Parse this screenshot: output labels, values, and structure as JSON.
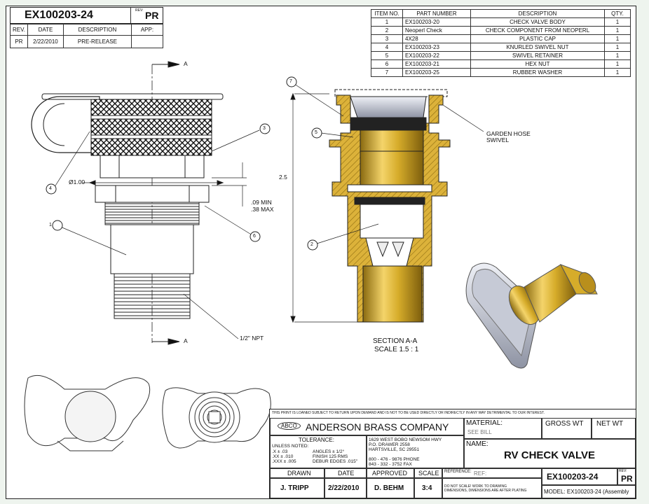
{
  "header": {
    "doc_number": "EX100203-24",
    "rev_label": "REV:",
    "rev_value": "PR"
  },
  "revisions": {
    "headers": [
      "REV.",
      "DATE",
      "DESCRIPTION",
      "APP:"
    ],
    "rows": [
      [
        "PR",
        "2/22/2010",
        "PRE-RELEASE",
        ""
      ]
    ]
  },
  "bom": {
    "headers": [
      "ITEM NO.",
      "PART NUMBER",
      "DESCRIPTION",
      "QTY."
    ],
    "rows": [
      [
        "1",
        "EX100203-20",
        "CHECK VALVE BODY",
        "1"
      ],
      [
        "2",
        "Neoperl Check",
        "CHECK COMPONENT FROM NEOPERL",
        "1"
      ],
      [
        "3",
        "4X28",
        "PLASTIC CAP",
        "1"
      ],
      [
        "4",
        "EX100203-23",
        "KNURLED SWIVEL NUT",
        "1"
      ],
      [
        "5",
        "EX100203-22",
        "SWIVEL RETAINER",
        "1"
      ],
      [
        "6",
        "EX100203-21",
        "HEX NUT",
        "1"
      ],
      [
        "7",
        "EX100203-25",
        "RUBBER WASHER",
        "1"
      ]
    ]
  },
  "annotations": {
    "section_a": "A",
    "dia": "Ø1.00",
    "min_max_1": ".09 MIN",
    "min_max_2": ".38 MAX",
    "npt": "1/2\" NPT",
    "dim_25": "2.5",
    "garden_1": "GARDEN HOSE",
    "garden_2": "SWIVEL",
    "section_title": "SECTION A-A",
    "section_scale": "SCALE 1.5 : 1",
    "balloons": [
      "1",
      "2",
      "3",
      "4",
      "5",
      "6",
      "7"
    ]
  },
  "title_block": {
    "notice": "THIS PRINT IS LOANED SUBJECT TO RETURN UPON DEMAND AND IS NOT TO BE USED DIRECTLY OR INDIRECTLY IN ANY WAY DETRIMENTAL TO OUR INTEREST.",
    "logo": "ABCO",
    "company": "ANDERSON BRASS COMPANY",
    "tolerance": "TOLERANCE:",
    "unless": "UNLESS NOTED:",
    "tol_lines": [
      ".X    ± .03",
      ".XX   ± .010",
      ".XXX ± .005"
    ],
    "tol_right": [
      "ANGLES ± 1/2°",
      "FINISH 125 RMS",
      "DEBUR EDGES .015\""
    ],
    "address": [
      "1629 WEST BOBO NEWSOM HWY",
      "P.O. DRAWER 2558",
      "HARTSVILLE, SC 29551",
      "",
      "800 - 476 - 9876 PHONE",
      "843 - 332 - 3752 FAX"
    ],
    "material_label": "MATERIAL:",
    "material_value": "SEE BILL",
    "gross_wt": "GROSS WT",
    "net_wt": "NET WT",
    "name_label": "NAME:",
    "name_value": "RV CHECK VALVE",
    "drawn_label": "DRAWN",
    "date_label": "DATE",
    "approved_label": "APPROVED",
    "scale_label": "SCALE",
    "drawn_value": "J. TRIPP",
    "date_value": "2/22/2010",
    "approved_value": "D. BEHM",
    "scale_value": "3:4",
    "ref_label": "REFERENCE:",
    "ref_value": "REF:",
    "doc_number": "EX100203-24",
    "rev_label": "REV:",
    "rev_value": "PR",
    "warning": [
      "DO NOT SCALE! WORK TO DRAWING",
      "DIMENSIONS, DIMENSIONS ARE AFTER PLATING"
    ],
    "model": "MODEL: EX100203-24 (Assembly"
  },
  "colors": {
    "brass": "#d6ac2a",
    "brass_dark": "#9c7812",
    "steel": "#b8bcc8"
  }
}
